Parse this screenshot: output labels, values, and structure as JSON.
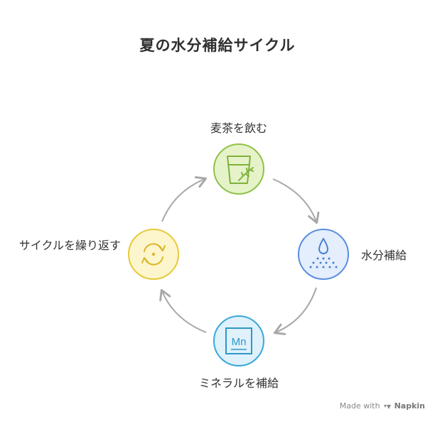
{
  "title": "夏の水分補給サイクル",
  "steps": [
    {
      "label": "麦茶を飲む",
      "icon": "glass-of-tea-icon",
      "fill": "#e6f3c9",
      "stroke": "#8fc24a"
    },
    {
      "label": "水分補給",
      "icon": "water-drop-icon",
      "fill": "#e4eefc",
      "stroke": "#5b8fe0"
    },
    {
      "label": "ミネラルを補給",
      "icon": "manganese-element-icon",
      "fill": "#dff1fb",
      "stroke": "#3aa8d8",
      "element_symbol": "Mn"
    },
    {
      "label": "サイクルを繰り返す",
      "icon": "cycle-arrows-icon",
      "fill": "#fdf6cc",
      "stroke": "#e8c93a"
    }
  ],
  "arrow_color": "#a8a8a8",
  "watermark": {
    "prefix": "Made with",
    "brand": "Napkin"
  }
}
